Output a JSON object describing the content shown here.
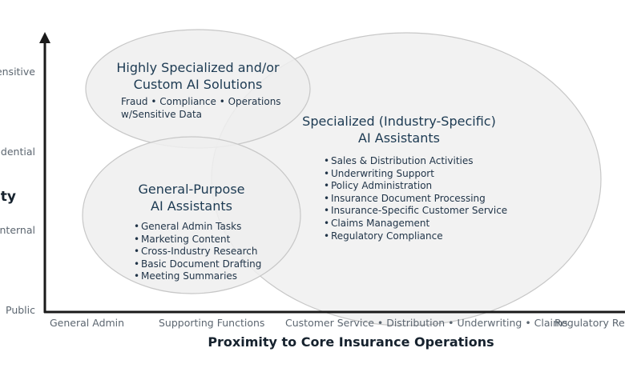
{
  "y_axis": {
    "title": "ity",
    "levels": [
      "ensitive",
      "fidential",
      "Internal",
      "Public"
    ]
  },
  "x_axis": {
    "title": "Proximity to Core Insurance Operations",
    "levels": [
      "General Admin",
      "Supporting Functions",
      "Customer Service • Distribution • Underwriting • Claims",
      "Regulatory Repo"
    ]
  },
  "groups": {
    "custom": {
      "title_line1": "Highly Specialized and/or",
      "title_line2": "Custom AI Solutions",
      "detail_line1": "Fraud • Compliance • Operations",
      "detail_line2": "w/Sensitive Data"
    },
    "specialized": {
      "title_line1": "Specialized (Industry-Specific)",
      "title_line2": "AI Assistants",
      "items": [
        "Sales & Distribution Activities",
        "Underwriting Support",
        "Policy Administration",
        "Insurance Document Processing",
        "Insurance-Specific Customer Service",
        "Claims Management",
        "Regulatory Compliance"
      ]
    },
    "general": {
      "title_line1": "General-Purpose",
      "title_line2": "AI Assistants",
      "items": [
        "General Admin Tasks",
        "Marketing Content",
        "Cross-Industry Research",
        "Basic Document Drafting",
        "Meeting Summaries"
      ]
    }
  },
  "colors": {
    "ellipse_fill": "#f2f2f2",
    "ellipse_stroke": "#c7c7c7",
    "axis": "#1a1a1a",
    "title_text": "#1c3a52"
  },
  "bullet": "•"
}
